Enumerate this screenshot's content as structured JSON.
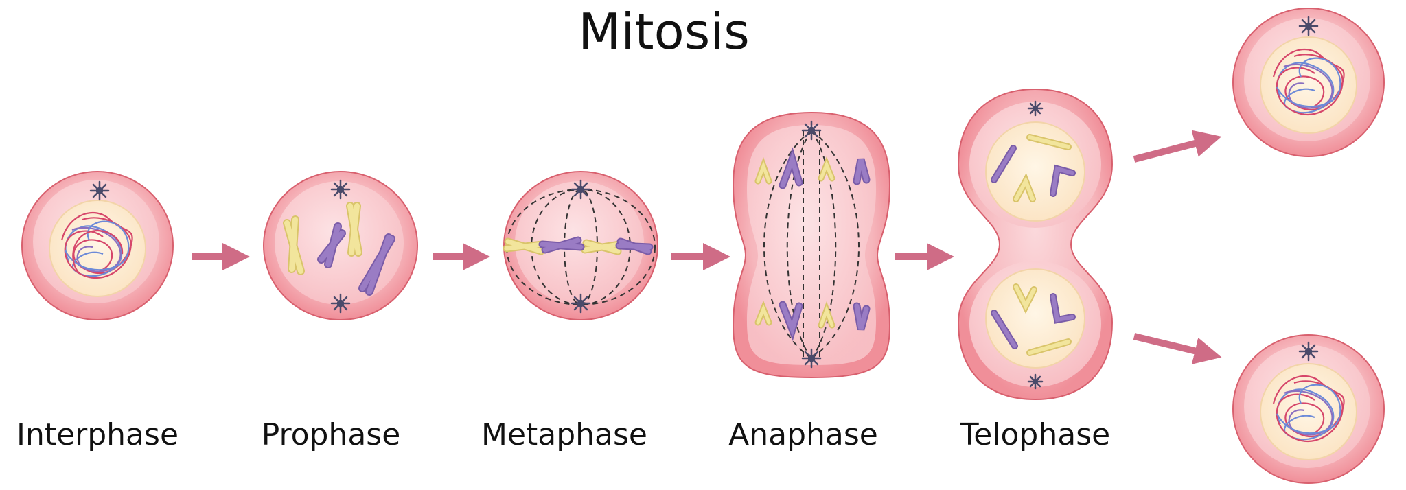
{
  "title": "Mitosis",
  "stages": [
    {
      "name": "Interphase"
    },
    {
      "name": "Prophase"
    },
    {
      "name": "Metaphase"
    },
    {
      "name": "Anaphase"
    },
    {
      "name": "Telophase"
    }
  ],
  "colors": {
    "cell_outer": "#f3a7ad",
    "cell_inner": "#f8c6cb",
    "cell_border": "#d8606e",
    "nucleus": "#fcecd6",
    "arrow": "#cf6c86",
    "centrosome": "#4a4a6a",
    "chromosome_yellow": "#f2e59c",
    "chromosome_purple": "#9a7cc4",
    "chromatin_red": "#d6466a",
    "chromatin_blue": "#6c8ad8"
  }
}
